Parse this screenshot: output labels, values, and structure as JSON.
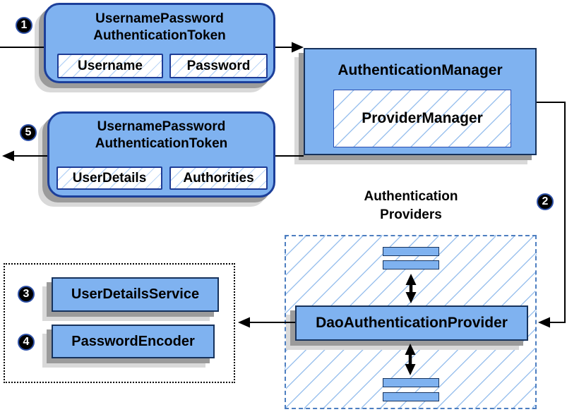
{
  "steps": [
    "1",
    "2",
    "3",
    "4",
    "5"
  ],
  "request_token": {
    "title": [
      "UsernamePassword",
      "AuthenticationToken"
    ],
    "fields": [
      "Username",
      "Password"
    ]
  },
  "authentication_manager": {
    "title": "AuthenticationManager",
    "inner": "ProviderManager"
  },
  "response_token": {
    "title": [
      "UsernamePassword",
      "AuthenticationToken"
    ],
    "fields": [
      "UserDetails",
      "Authorities"
    ]
  },
  "providers_group": {
    "label_lines": [
      "Authentication",
      "Providers"
    ]
  },
  "dao_provider": {
    "title": "DaoAuthenticationProvider"
  },
  "dependencies": [
    "UserDetailsService",
    "PasswordEncoder"
  ],
  "colors": {
    "box_fill": "#7fb2f0",
    "rect_border": "#16325c",
    "rounded_border": "#1c3f9a",
    "hatch_line": "#9cc2ee",
    "dashed_border": "#4d7ec0",
    "dotted_border": "#000000",
    "shadow_dark": "#9b9b9b",
    "shadow_light": "#d9d9d9",
    "connector": "#000000",
    "badge_fill": "#000000",
    "badge_ring": "#2d50a7"
  }
}
